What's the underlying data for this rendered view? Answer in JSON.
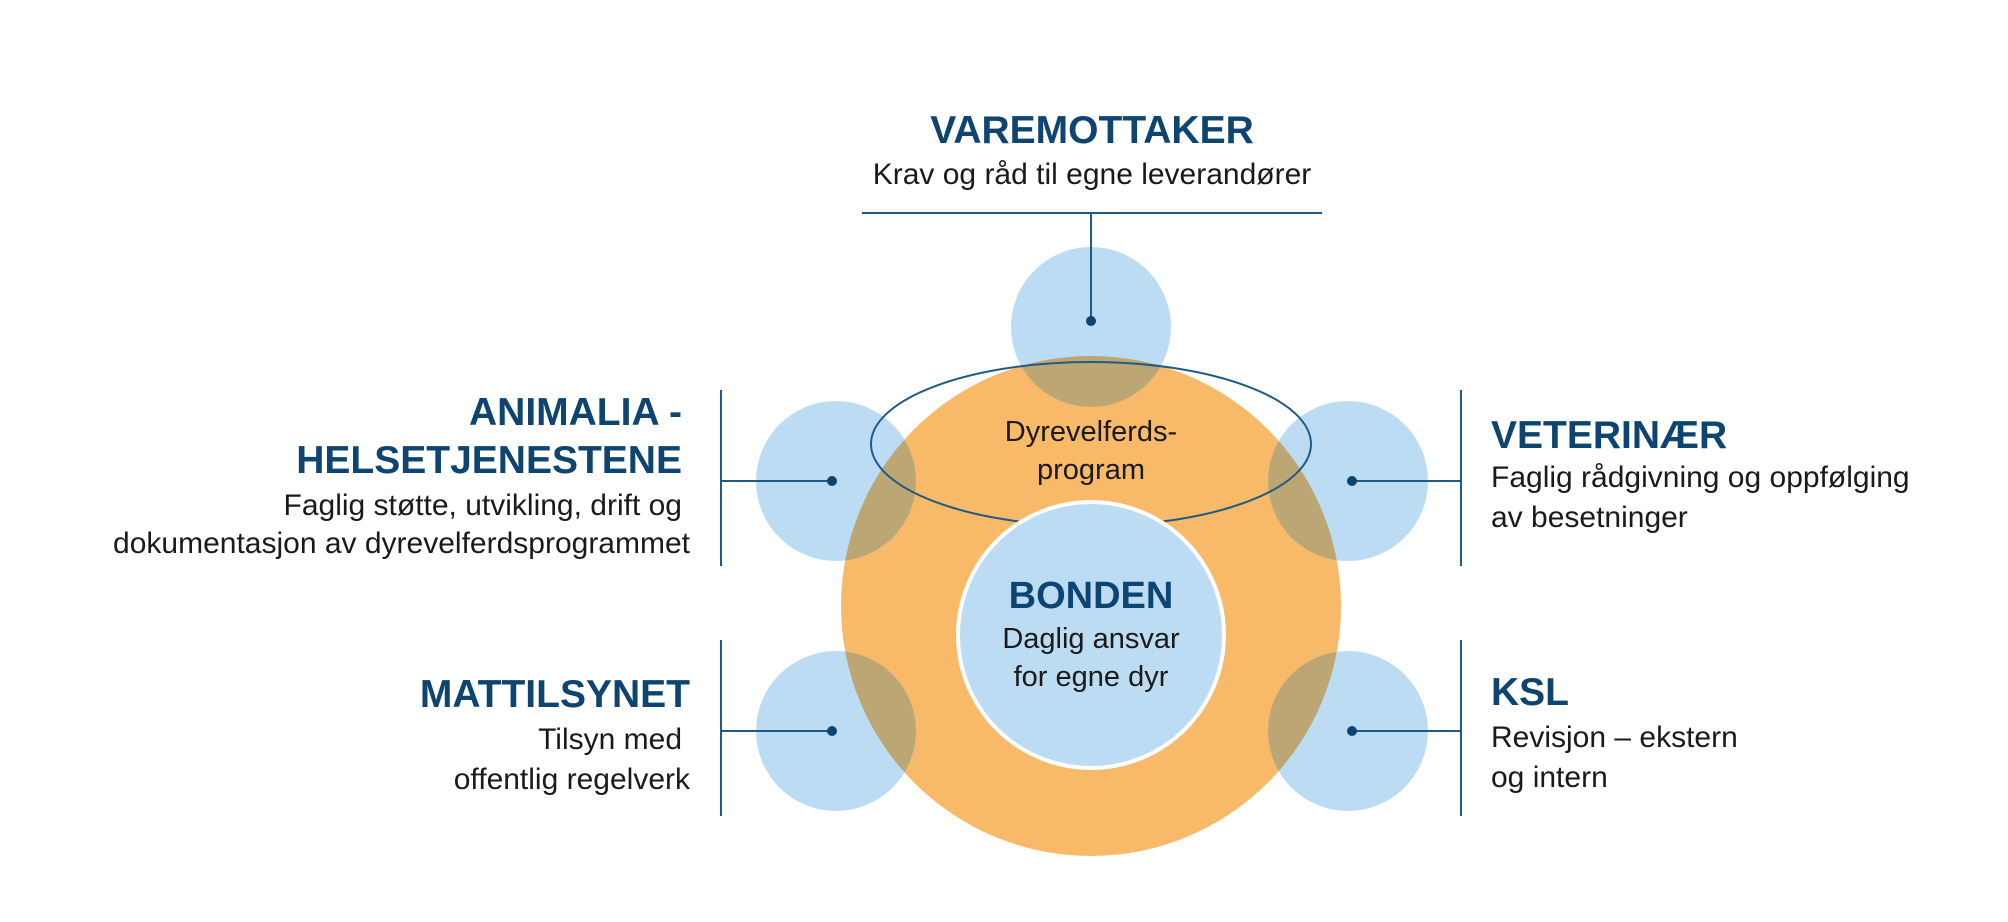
{
  "center": {
    "program_label_line1": "Dyrevelferds-",
    "program_label_line2": "program",
    "core_title": "BONDEN",
    "core_desc_line1": "Daglig ansvar",
    "core_desc_line2": "for egne dyr"
  },
  "stakeholders": {
    "varemottaker": {
      "title": "VAREMOTTAKER",
      "desc_line1": "Krav og råd til egne leverandører"
    },
    "animalia": {
      "title_line1": "ANIMALIA -",
      "title_line2": "HELSETJENESTENE",
      "desc_line1": "Faglig støtte, utvikling, drift og",
      "desc_line2": "dokumentasjon av dyrevelferdsprogrammet"
    },
    "veterinaer": {
      "title": "VETERINÆR",
      "desc_line1": "Faglig rådgivning og oppfølging",
      "desc_line2": "av besetninger"
    },
    "mattilsynet": {
      "title": "MATTILSYNET",
      "desc_line1": "Tilsyn med",
      "desc_line2": "offentlig regelverk"
    },
    "ksl": {
      "title": "KSL",
      "desc_line1": "Revisjon – ekstern",
      "desc_line2": "og intern"
    }
  },
  "colors": {
    "title_blue": "#0d4470",
    "connector_blue": "#1f5b85",
    "circle_light_blue": "#bcdcf4",
    "circle_orange": "#f8ba69",
    "overlap_olive": "#bca674"
  }
}
